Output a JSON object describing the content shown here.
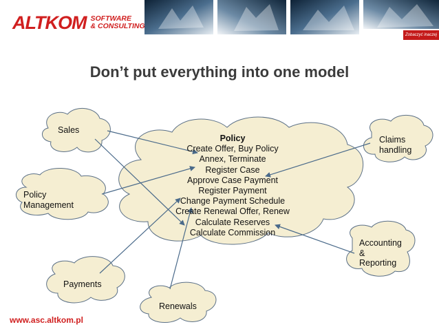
{
  "header": {
    "logo_main": "ALTKOM",
    "logo_sub_1": "SOFTWARE",
    "logo_sub_2": "& CONSULTING",
    "tagline": "Zobaczyć inaczej"
  },
  "slide": {
    "title": "Don’t put everything into one model"
  },
  "diagram": {
    "central": {
      "heading": "Policy",
      "items": [
        "Create Offer, Buy Policy",
        "Annex, Terminate",
        "Register Case",
        "Approve Case Payment",
        "Register Payment",
        "Change Payment Schedule",
        "Create Renewal Offer, Renew",
        "Calculate Reserves",
        "Calculate Commission"
      ]
    },
    "contexts": {
      "sales": "Sales",
      "policy_management": "Policy Management",
      "claims_handling": "Claims handling",
      "payments": "Payments",
      "renewals": "Renewals",
      "accounting_reporting": "Accounting & Reporting"
    },
    "colors": {
      "cloud_fill": "#f5eed2",
      "cloud_stroke": "#5a6f86",
      "arrow": "#4a6a8a"
    }
  },
  "footer": {
    "url": "www.asc.altkom.pl"
  }
}
